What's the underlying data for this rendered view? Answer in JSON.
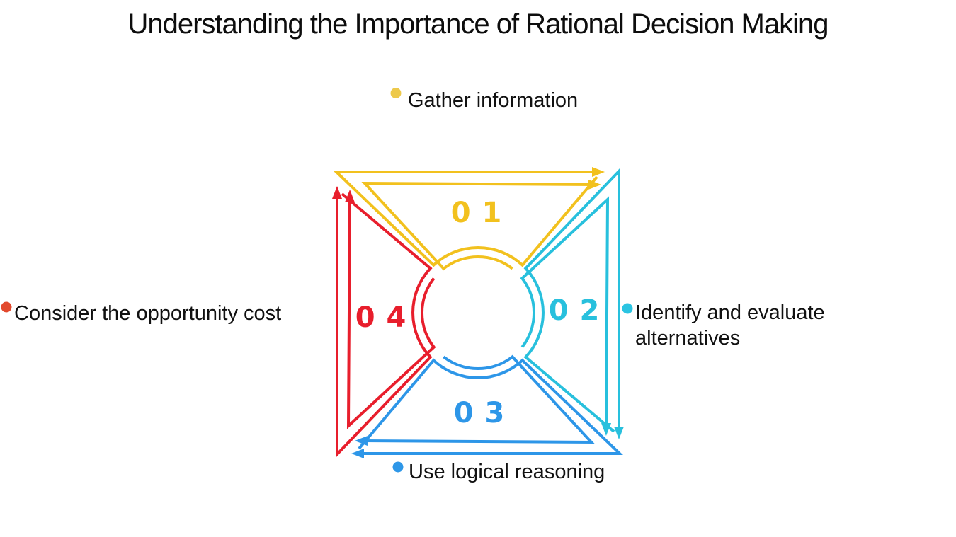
{
  "title": "Understanding the Importance of Rational Decision Making",
  "diagram": {
    "steps": [
      {
        "number": "0 1",
        "label": "Gather information",
        "color": "#F2C11E",
        "bullet_color": "#EDC94B",
        "position": "top"
      },
      {
        "number": "0 2",
        "label": "Identify and evaluate alternatives",
        "color": "#28C0DD",
        "bullet_color": "#2BC4E2",
        "position": "right"
      },
      {
        "number": "0 3",
        "label": "Use logical reasoning",
        "color": "#2D96E8",
        "bullet_color": "#2E97E8",
        "position": "bottom"
      },
      {
        "number": "0 4",
        "label": "Consider the opportunity cost",
        "color": "#E81E2C",
        "bullet_color": "#E2492D",
        "position": "left"
      }
    ]
  }
}
